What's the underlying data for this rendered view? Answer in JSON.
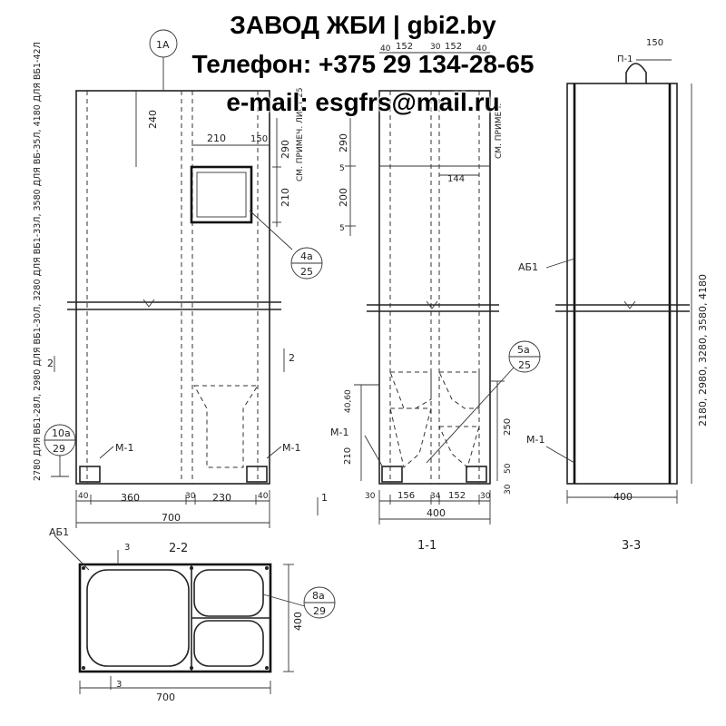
{
  "header": {
    "line1": "ЗАВОД ЖБИ | gbi2.by",
    "line2": "Телефон: +375 29 134-28-65",
    "line3": "e-mail: esgfrs@mail.ru"
  },
  "elevation": {
    "mark_1a": "1А",
    "dim_240": "240",
    "dim_210_top": "210",
    "dim_150_top": "150",
    "dim_290": "290",
    "dim_210_side": "210",
    "see_note": "СМ. ПРИМЕЧ. ЛИСТ 25",
    "callout_4a": "4а",
    "callout_4a_sheet": "25",
    "callout_10a": "10а",
    "callout_10a_sheet": "29",
    "embed_left": "М-1",
    "embed_right": "М-1",
    "section_2_left": "2",
    "section_2_right": "2",
    "height_note": "2780 ДЛЯ ВБ1-28Л, 2980 ДЛЯ ВБ1-30Л, 3280 ДЛЯ ВБ1-33Л, 3580 ДЛЯ ВБ-35Л, 4180 ДЛЯ ВБ1-42Л",
    "dim_40_left": "40",
    "dim_360": "360",
    "dim_30": "30",
    "dim_230": "230",
    "dim_40_right": "40",
    "dim_700": "700",
    "section_1": "1"
  },
  "section_1_1": {
    "title": "1-1",
    "dim_40a": "40",
    "dim_152a": "152",
    "dim_30": "30",
    "dim_152b": "152",
    "dim_40b": "40",
    "dim_290": "290",
    "dim_144": "144",
    "dim_200": "200",
    "dim_5a": "5",
    "dim_5b": "5",
    "see_note": "СМ. ПРИМЕЧ.",
    "dim_40_60": "40,60",
    "dim_210": "210",
    "dim_250": "250",
    "dim_50": "50",
    "dim_30_side": "30",
    "callout_5a": "5а",
    "callout_5a_sheet": "25",
    "embed": "М-1",
    "b_dim_30a": "30",
    "b_dim_156": "156",
    "b_dim_34": "34",
    "b_dim_152": "152",
    "b_dim_30b": "30",
    "dim_400": "400"
  },
  "section_3_3": {
    "title": "3-3",
    "loop_label": "П-1",
    "dim_150": "150",
    "rebar_label": "АБ1",
    "embed": "М-1",
    "height_note": "2180, 2980, 3280, 3580, 4180",
    "dim_400": "400"
  },
  "section_2_2": {
    "title": "2-2",
    "rebar_label": "АБ1",
    "section_3_top": "3",
    "section_3_bottom": "3",
    "dim_400": "400",
    "dim_700": "700",
    "callout_8a": "8а",
    "callout_8a_sheet": "29"
  }
}
